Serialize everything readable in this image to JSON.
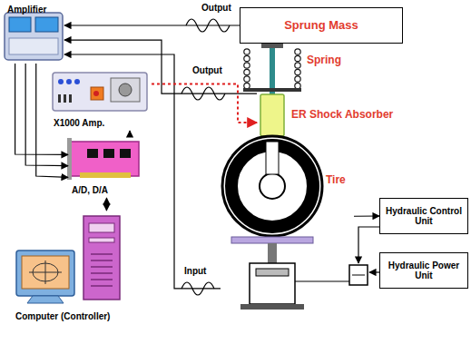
{
  "diagram": {
    "nodes": [
      {
        "text": [
          "Amplifier"
        ]
      },
      {
        "text": [
          "Sprung Mass"
        ]
      },
      {
        "text": [
          "Spring"
        ]
      },
      {
        "text": [
          "ER Shock Absorber"
        ]
      },
      {
        "text": [
          "Tire"
        ]
      },
      {
        "text": [
          "Hydraulic Control Unit"
        ]
      },
      {
        "text": [
          "Hydraulic Power Unit"
        ]
      },
      {
        "text": [
          "X1000 Amp."
        ]
      },
      {
        "text": [
          "A/D, D/A"
        ]
      },
      {
        "text": [
          "Computer (Controller)"
        ]
      }
    ],
    "edges": [
      {
        "from": 1,
        "to": 0,
        "arrow": "to"
      },
      {
        "from": 3,
        "to": 0,
        "arrow": "to"
      },
      {
        "from": 4,
        "to": 0,
        "arrow": "to"
      },
      {
        "from": 4,
        "to": 5,
        "arrow": "to"
      },
      {
        "from": 0,
        "to": 8,
        "arrow": "to"
      },
      {
        "from": 0,
        "to": 8,
        "arrow": "to"
      },
      {
        "from": 0,
        "to": 8,
        "arrow": "to"
      },
      {
        "from": 8,
        "to": 7,
        "arrow": "to"
      },
      {
        "from": 7,
        "to": 3,
        "arrow": "to"
      },
      {
        "from": 8,
        "to": 9,
        "arrow": "both"
      }
    ],
    "labels": [
      "Output",
      "Output",
      "Input"
    ]
  }
}
